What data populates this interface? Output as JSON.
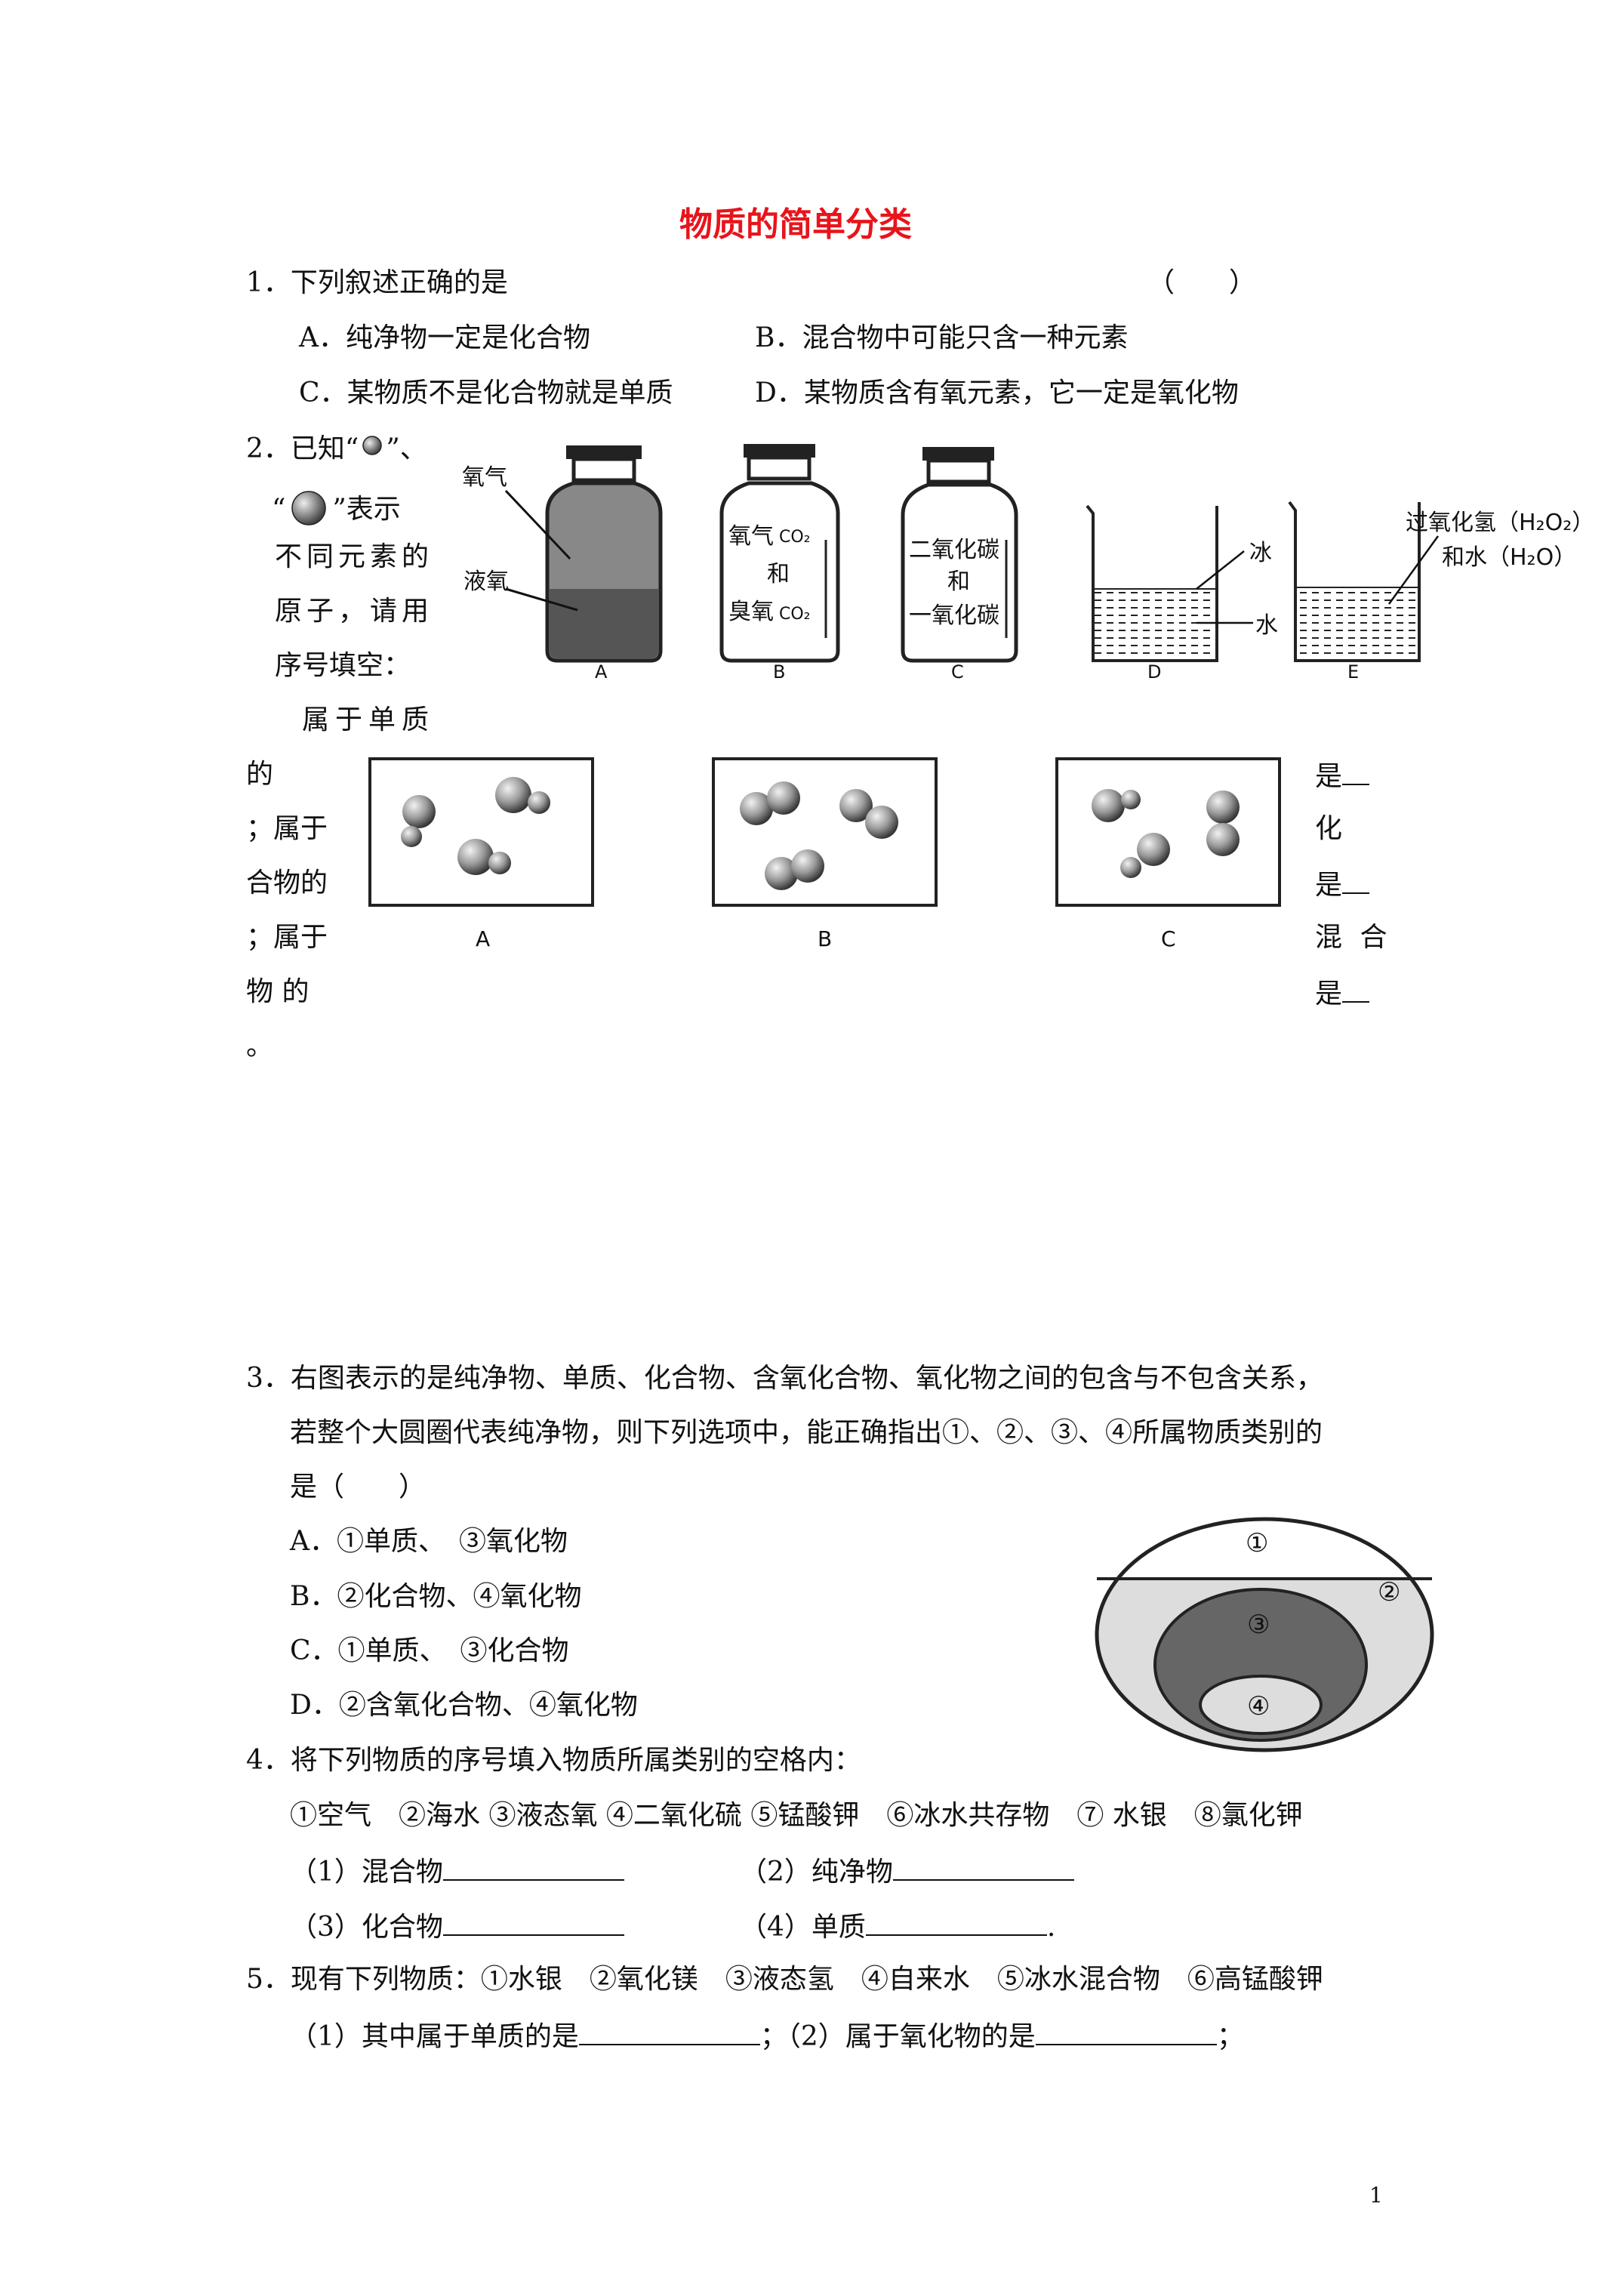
{
  "title": "物质的简单分类",
  "q1": {
    "stem": "1．下列叙述正确的是",
    "paren": "（　　）",
    "optA": "A．纯净物一定是化合物",
    "optB": "B．混合物中可能只含一种元素",
    "optC": "C．某物质不是化合物就是单质",
    "optD": "D．某物质含有氧元素，它一定是氧化物"
  },
  "q2": {
    "l1a": "2．已知“",
    "l1b": "”、",
    "l2a": "“",
    "l2b": "”表示",
    "l3": "不同元素的",
    "l4": "原子，请用",
    "l5": "序号填空：",
    "l6": "属于单质",
    "l7": "的",
    "l8": "；属于",
    "l9": "合物的",
    "l10": "；属于",
    "l11": "物 的",
    "l12": "。",
    "r1": "是",
    "r2": "化",
    "r3": "是",
    "r4": "混 合",
    "r5": "是",
    "bottles": {
      "a_label1": "氧气",
      "a_label2": "液氧",
      "b_text1": "氧气",
      "b_text2": "和",
      "b_text3": "臭氧",
      "b_co1": "CO₂",
      "b_co2": "CO₂",
      "c_text1": "二氧化碳",
      "c_text2": "和",
      "c_text3": "一氧化碳",
      "d_label1": "冰",
      "d_label2": "水",
      "e_label1": "过氧化氢（H₂O₂）",
      "e_label2": "和水（H₂O）",
      "letters": [
        "A",
        "B",
        "C",
        "D",
        "E"
      ]
    },
    "boxes": {
      "letters": [
        "A",
        "B",
        "C"
      ]
    }
  },
  "q3": {
    "l1": "3．右图表示的是纯净物、单质、化合物、含氧化合物、氧化物之间的包含与不包含关系，",
    "l2": "若整个大圆圈代表纯净物，则下列选项中，能正确指出①、②、③、④所属物质类别的",
    "l3": "是（　　）",
    "optA": "A．①单质、　③氧化物",
    "optB": "B．②化合物、④氧化物",
    "optC": "C．①单质、　③化合物",
    "optD": "D．②含氧化合物、④氧化物",
    "diagram": [
      "①",
      "②",
      "③",
      "④"
    ]
  },
  "q4": {
    "stem": "4．将下列物质的序号填入物质所属类别的空格内：",
    "items": "①空气　②海水 ③液态氧 ④二氧化硫 ⑤锰酸钾　⑥冰水共存物　⑦ 水银　⑧氯化钾",
    "b1": "（1）混合物",
    "b2": "（2）纯净物",
    "b3": "（3）化合物",
    "b4": "（4）单质",
    "b4end": "."
  },
  "q5": {
    "stem": "5．现有下列物质：①水银　②氧化镁　③液态氢　④自来水　⑤冰水混合物　⑥高锰酸钾",
    "b1": "（1）其中属于单质的是",
    "b2": "；（2）属于氧化物的是",
    "b2end": "；"
  },
  "page_number": "1"
}
